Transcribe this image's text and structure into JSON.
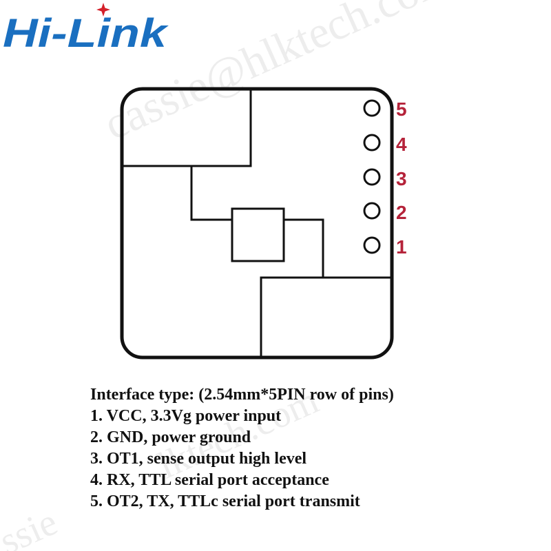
{
  "brand": {
    "logo_text": "Hi-Link",
    "logo_color": "#1a6fc0",
    "star_color": "#d4202a"
  },
  "watermark": {
    "text": "cassie@hlktech.com",
    "text_fragment_mid": "lktech.com",
    "text_fragment_low": "ssie"
  },
  "pins": [
    {
      "number": "5"
    },
    {
      "number": "4"
    },
    {
      "number": "3"
    },
    {
      "number": "2"
    },
    {
      "number": "1"
    }
  ],
  "pin_label_color": "#b5233a",
  "description": {
    "heading": "Interface type: (2.54mm*5PIN row of pins)",
    "lines": [
      "1. VCC, 3.3Vg power input",
      "2. GND, power ground",
      "3. OT1, sense output high level",
      "4. RX, TTL serial port acceptance",
      "5. OT2, TX, TTLc serial port transmit"
    ]
  }
}
